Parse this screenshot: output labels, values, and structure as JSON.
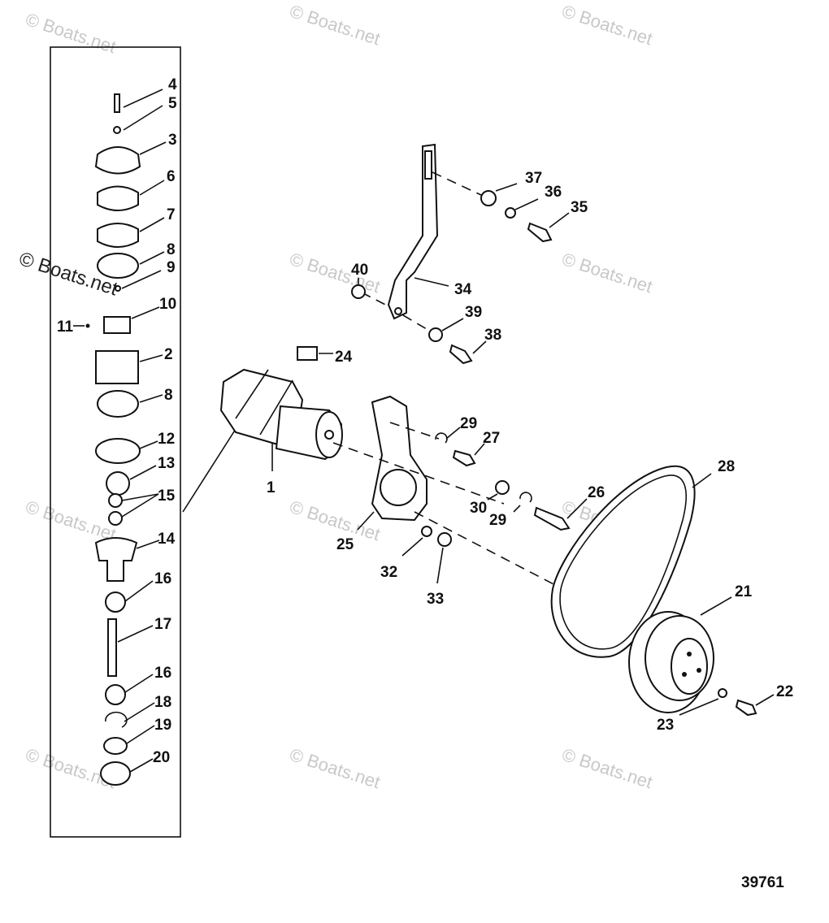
{
  "watermark": "© Boats.net",
  "callouts": [
    "1",
    "2",
    "3",
    "4",
    "5",
    "6",
    "7",
    "8",
    "8",
    "9",
    "10",
    "11",
    "12",
    "13",
    "14",
    "15",
    "16",
    "16",
    "17",
    "18",
    "19",
    "20",
    "21",
    "22",
    "23",
    "24",
    "25",
    "26",
    "27",
    "28",
    "29",
    "29",
    "30",
    "32",
    "33",
    "34",
    "35",
    "36",
    "37",
    "38",
    "39",
    "40"
  ],
  "diagram_number": "39761"
}
